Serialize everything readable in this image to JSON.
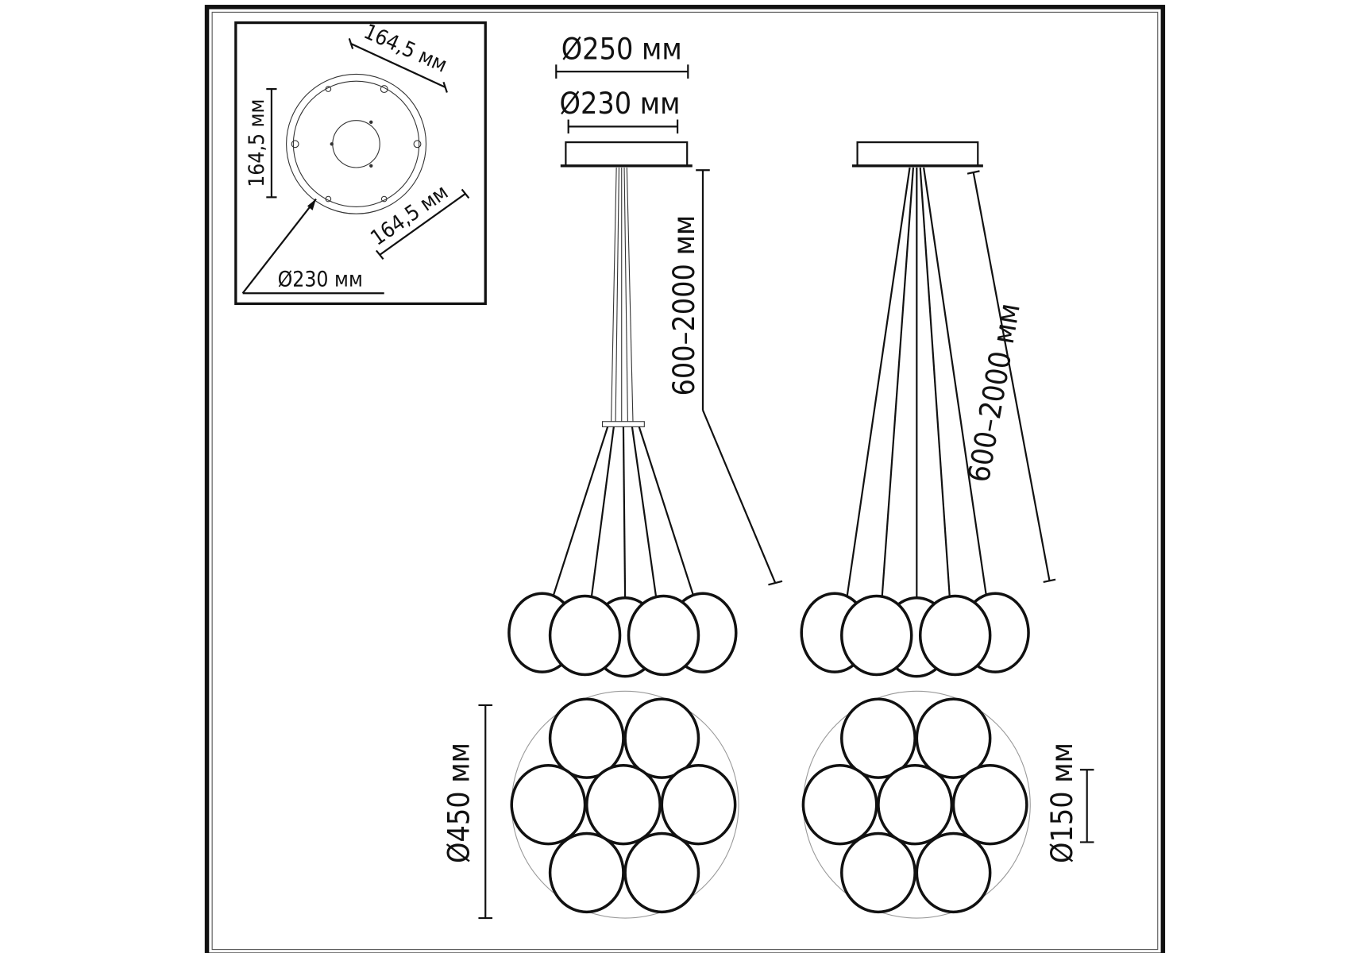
{
  "inset": {
    "top_width": "164,5 мм",
    "left_height": "164,5 мм",
    "bottom_width": "164,5 мм",
    "diameter": "Ø230 мм"
  },
  "canopy": {
    "outer_diameter": "Ø250 мм",
    "inner_diameter": "Ø230 мм"
  },
  "suspension": {
    "left_length": "600–2000 мм",
    "right_length": "600–2000 мм"
  },
  "bottom_view": {
    "overall_diameter": "Ø450 мм",
    "shade_diameter": "Ø150 мм"
  },
  "shade_count": 7
}
